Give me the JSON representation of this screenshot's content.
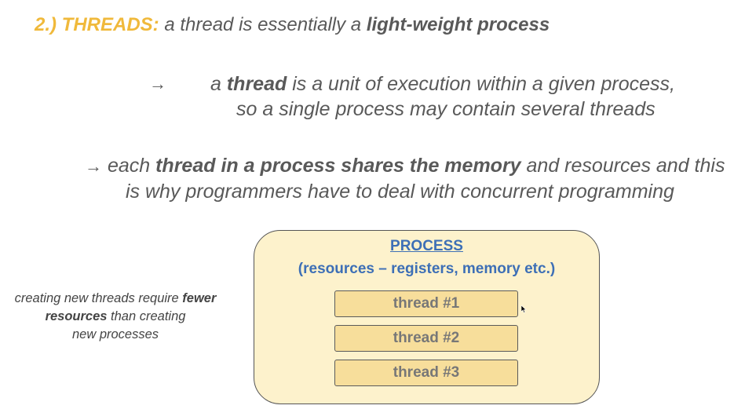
{
  "title": {
    "prefix": "2.) THREADS:",
    "middle": " a thread is essentially a ",
    "emphasis": "light-weight process"
  },
  "point1": {
    "arrow": "→",
    "line1_pre": "a ",
    "line1_bold": "thread",
    "line1_post": " is a unit of execution within a given process,",
    "line2": "so a single process may contain several threads"
  },
  "point2": {
    "arrow": "→",
    "line1_pre": " each ",
    "line1_bold": "thread in a process shares the memory",
    "line1_post": " and resources and this",
    "line2": "is why programmers have to deal with concurrent programming"
  },
  "diagram": {
    "process_title": "PROCESS",
    "process_subtitle": "(resources – registers, memory etc.)",
    "threads": [
      "thread #1",
      "thread #2",
      "thread #3"
    ]
  },
  "side_note": {
    "pre": "creating new threads require ",
    "bold1": "fewer",
    "bold2": "resources",
    "post1": " than creating",
    "post2": "new processes"
  },
  "colors": {
    "accent": "#f0b93b",
    "process_text": "#3d6fb6",
    "process_fill": "#fdf2cc",
    "thread_fill": "#f7de9b"
  }
}
